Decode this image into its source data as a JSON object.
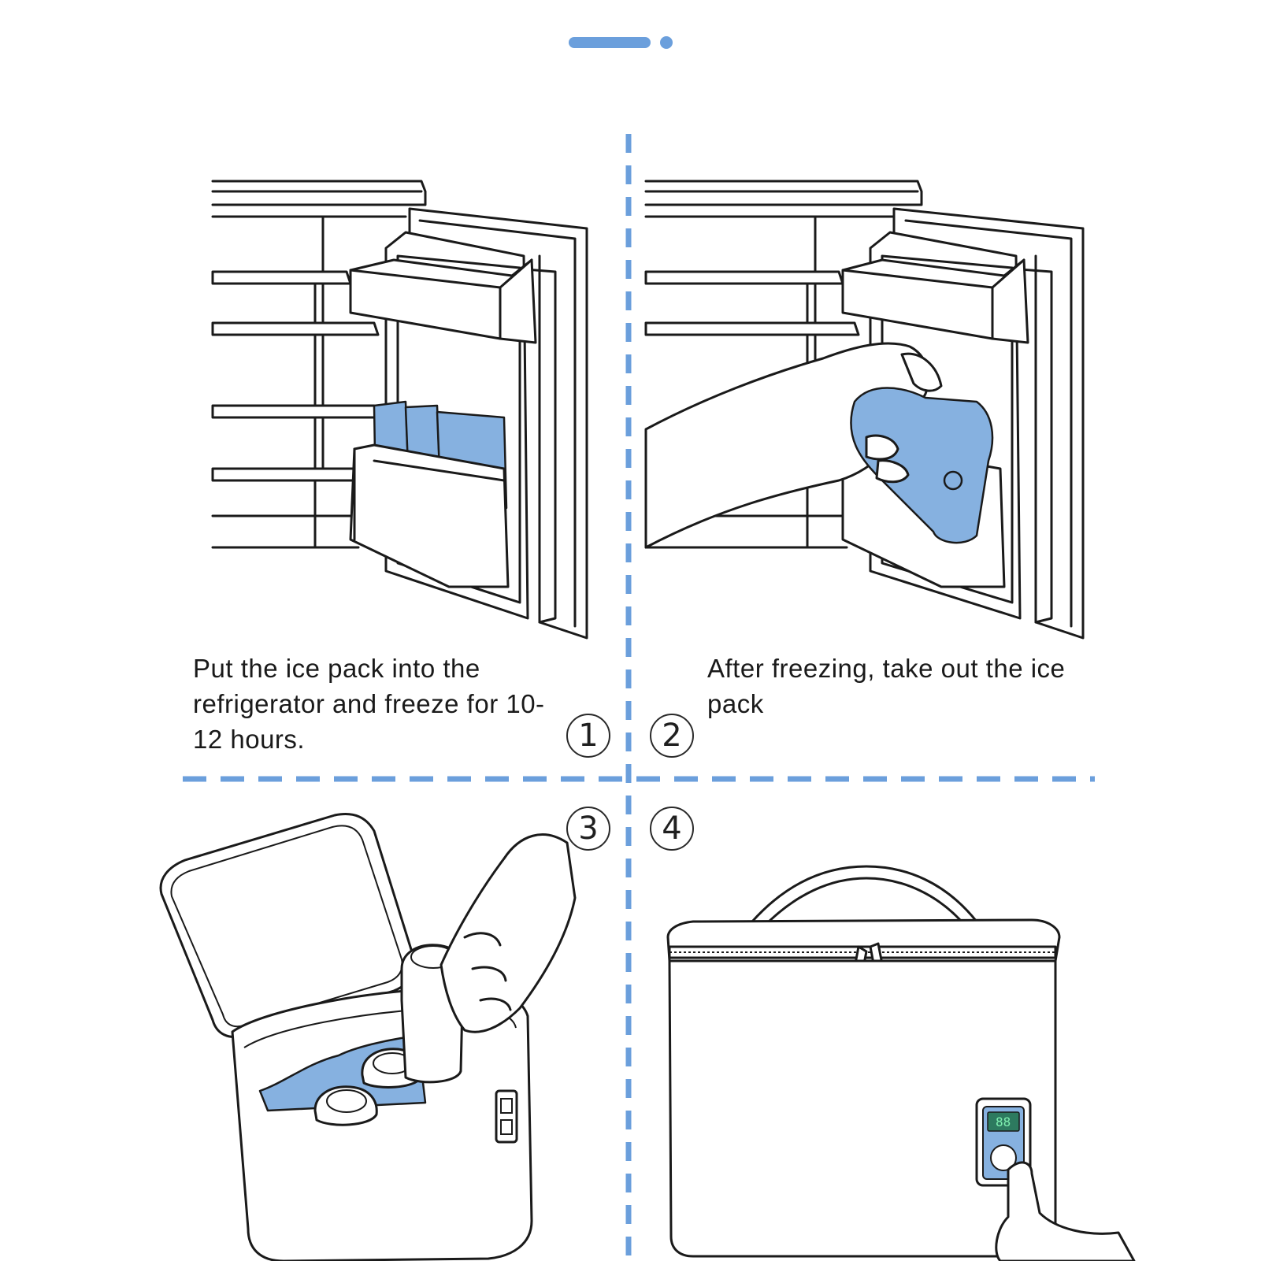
{
  "pager": {
    "active_index": 0,
    "count": 2,
    "accent_color": "#6b9fdc"
  },
  "steps": [
    {
      "number": "①",
      "caption": "Put the ice pack into the refrigerator and freeze for 10-12 hours."
    },
    {
      "number": "②",
      "caption": "After freezing, take out the ice pack"
    },
    {
      "number": "③",
      "caption": ""
    },
    {
      "number": "④",
      "caption": ""
    }
  ],
  "display": {
    "reading": "88"
  },
  "colors": {
    "accent": "#6b9fdc",
    "ice_pack": "#86b1e0",
    "line": "#1a1a1a"
  }
}
